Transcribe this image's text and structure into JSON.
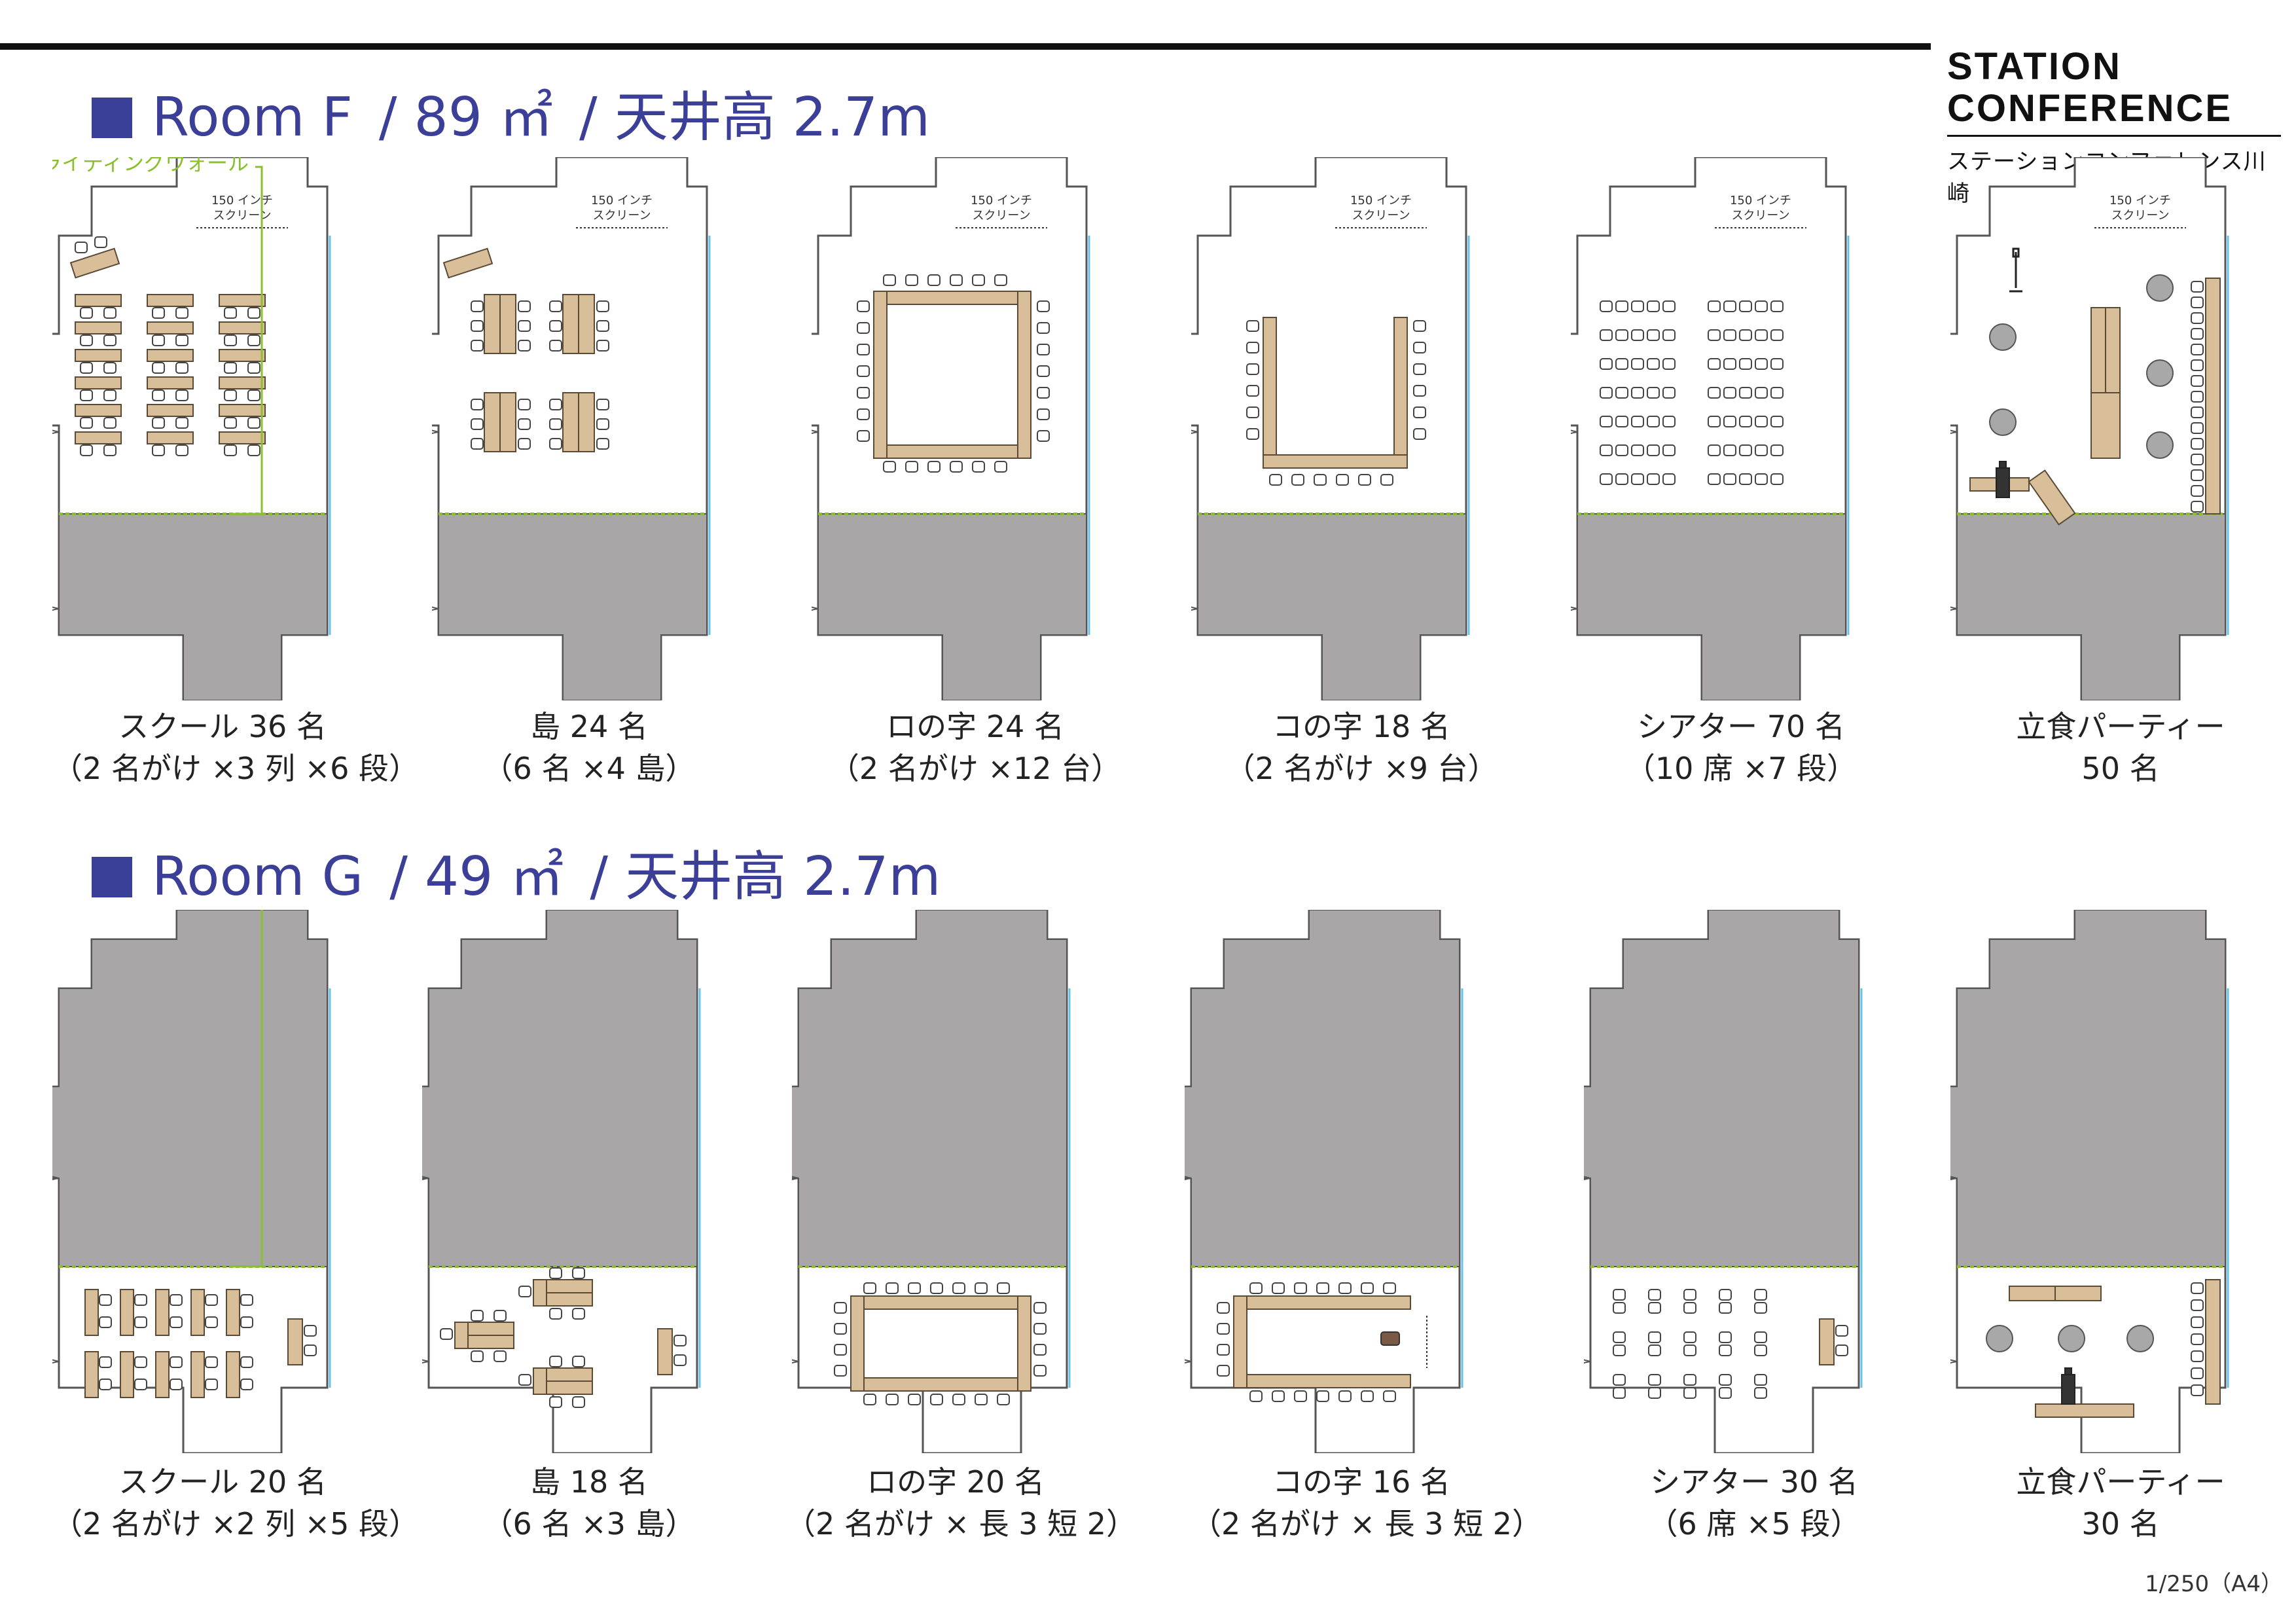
{
  "brand": {
    "line1": "STATION",
    "line2": "CONFERENCE",
    "line3": "ステーションコンファレンス川崎"
  },
  "roomF": {
    "name": "Room F",
    "area": "/ 89 ㎡",
    "ceiling": "/ 天井高 2.7m"
  },
  "roomG": {
    "name": "Room G",
    "area": "/ 49 ㎡",
    "ceiling": "/ 天井高 2.7m"
  },
  "labels": {
    "sliding_wall": "スライディングウォール",
    "screen_line1": "150 インチ",
    "screen_line2": "スクリーン"
  },
  "roomF_layouts": [
    {
      "name": "スクール  36 名",
      "detail": "（2 名がけ ×3 列 ×6 段）"
    },
    {
      "name": "島  24 名",
      "detail": "（6 名 ×4 島）"
    },
    {
      "name": "ロの字  24 名",
      "detail": "（2 名がけ ×12 台）"
    },
    {
      "name": "コの字  18 名",
      "detail": "（2 名がけ ×9 台）"
    },
    {
      "name": "シアター  70 名",
      "detail": "（10 席 ×7 段）"
    },
    {
      "name": "立食パーティー",
      "detail": "50 名"
    }
  ],
  "roomG_layouts": [
    {
      "name": "スクール  20 名",
      "detail": "（2 名がけ ×2 列 ×5 段）"
    },
    {
      "name": "島  18 名",
      "detail": "（6 名 ×3 島）"
    },
    {
      "name": "ロの字  20 名",
      "detail": "（2 名がけ × 長 3 短 2）"
    },
    {
      "name": "コの字  16 名",
      "detail": "（2 名がけ × 長 3 短 2）"
    },
    {
      "name": "シアター  30 名",
      "detail": "（6 席 ×5 段）"
    },
    {
      "name": "立食パーティー",
      "detail": "30 名"
    }
  ],
  "scale": "1/250（A4）",
  "colors": {
    "title": "#3c3f97",
    "table": "#d9be9a",
    "shade": "#a8a6a6",
    "wall": "#8bbf2e",
    "glass": "#66c2e8"
  }
}
